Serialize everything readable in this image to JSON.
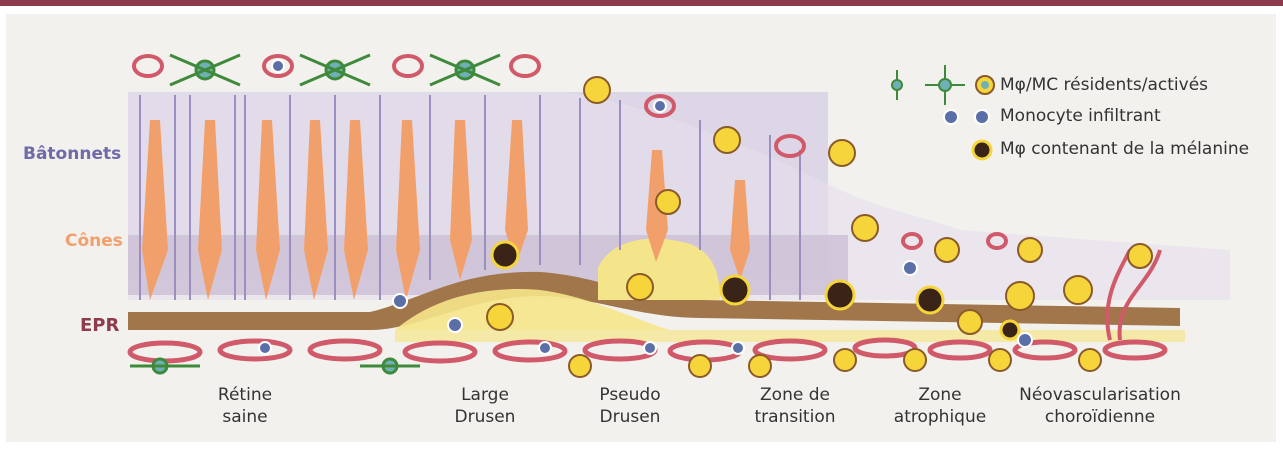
{
  "labels": {
    "rods": "Bâtonnets",
    "cones": "Cônes",
    "rpe": "EPR"
  },
  "stages": [
    {
      "line1": "Rétine",
      "line2": "saine"
    },
    {
      "line1": "Large",
      "line2": "Drusen"
    },
    {
      "line1": "Pseudo",
      "line2": "Drusen"
    },
    {
      "line1": "Zone de",
      "line2": "transition"
    },
    {
      "line1": "Zone",
      "line2": "atrophique"
    },
    {
      "line1": "Néovascularisation",
      "line2": "choroïdienne"
    }
  ],
  "legend": [
    {
      "text": "Mφ/MC résidents/activés"
    },
    {
      "text": "Monocyte infiltrant"
    },
    {
      "text": "Mφ contenant de la mélanine"
    }
  ],
  "colors": {
    "border": "#8e3b4d",
    "rods": "#6f6aa8",
    "cones": "#f2a06b",
    "rpe": "#a0764a",
    "drusen": "#f5e58a",
    "vessel": "#d05a6a",
    "activated_macrophage": "#f6d53a",
    "resident_microglia": "#3f8a3a",
    "monocyte": "#5a6fa8",
    "melanin": "#3a2418"
  }
}
